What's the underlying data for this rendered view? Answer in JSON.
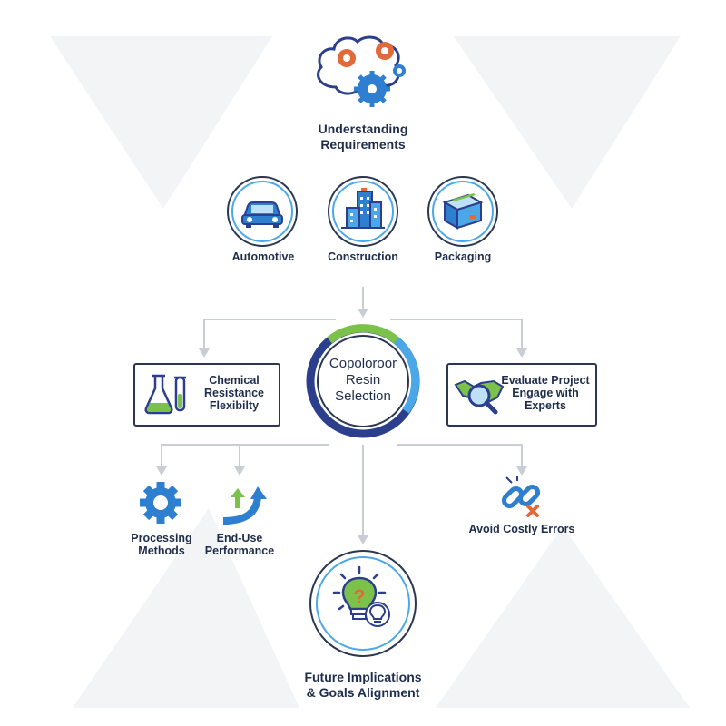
{
  "top": {
    "title_line1": "Understanding",
    "title_line2": "Requirements",
    "icon": "brain-gears-icon"
  },
  "industries": [
    {
      "label": "Automotive",
      "icon": "car-icon"
    },
    {
      "label": "Construction",
      "icon": "building-icon"
    },
    {
      "label": "Packaging",
      "icon": "box-icon"
    }
  ],
  "center": {
    "line1": "Copoloroor",
    "line2": "Resin",
    "line3": "Selection"
  },
  "left_box": {
    "line1": "Chemical",
    "line2": "Resistance",
    "line3": "Flexibilty",
    "icon": "lab-flask-icon"
  },
  "right_box": {
    "line1": "Evaluate Project",
    "line2": "Engage with",
    "line3": "Experts",
    "icon": "handshake-magnifier-icon"
  },
  "processing": {
    "line1": "Processing",
    "line2": "Methods",
    "icon": "gear-icon"
  },
  "end_use": {
    "line1": "End-Use",
    "line2": "Performance",
    "icon": "curved-arrow-icon"
  },
  "avoid": {
    "label": "Avoid Costly Errors",
    "icon": "broken-chain-icon"
  },
  "bottom": {
    "line1": "Future Implications",
    "line2": "& Goals Alignment",
    "icon": "lightbulb-question-icon"
  },
  "colors": {
    "navy": "#2b3f8c",
    "blue": "#2f7fd0",
    "light_blue": "#4aa8e8",
    "green": "#7cc24a",
    "orange": "#e2693a",
    "connector": "#c9ced6"
  }
}
